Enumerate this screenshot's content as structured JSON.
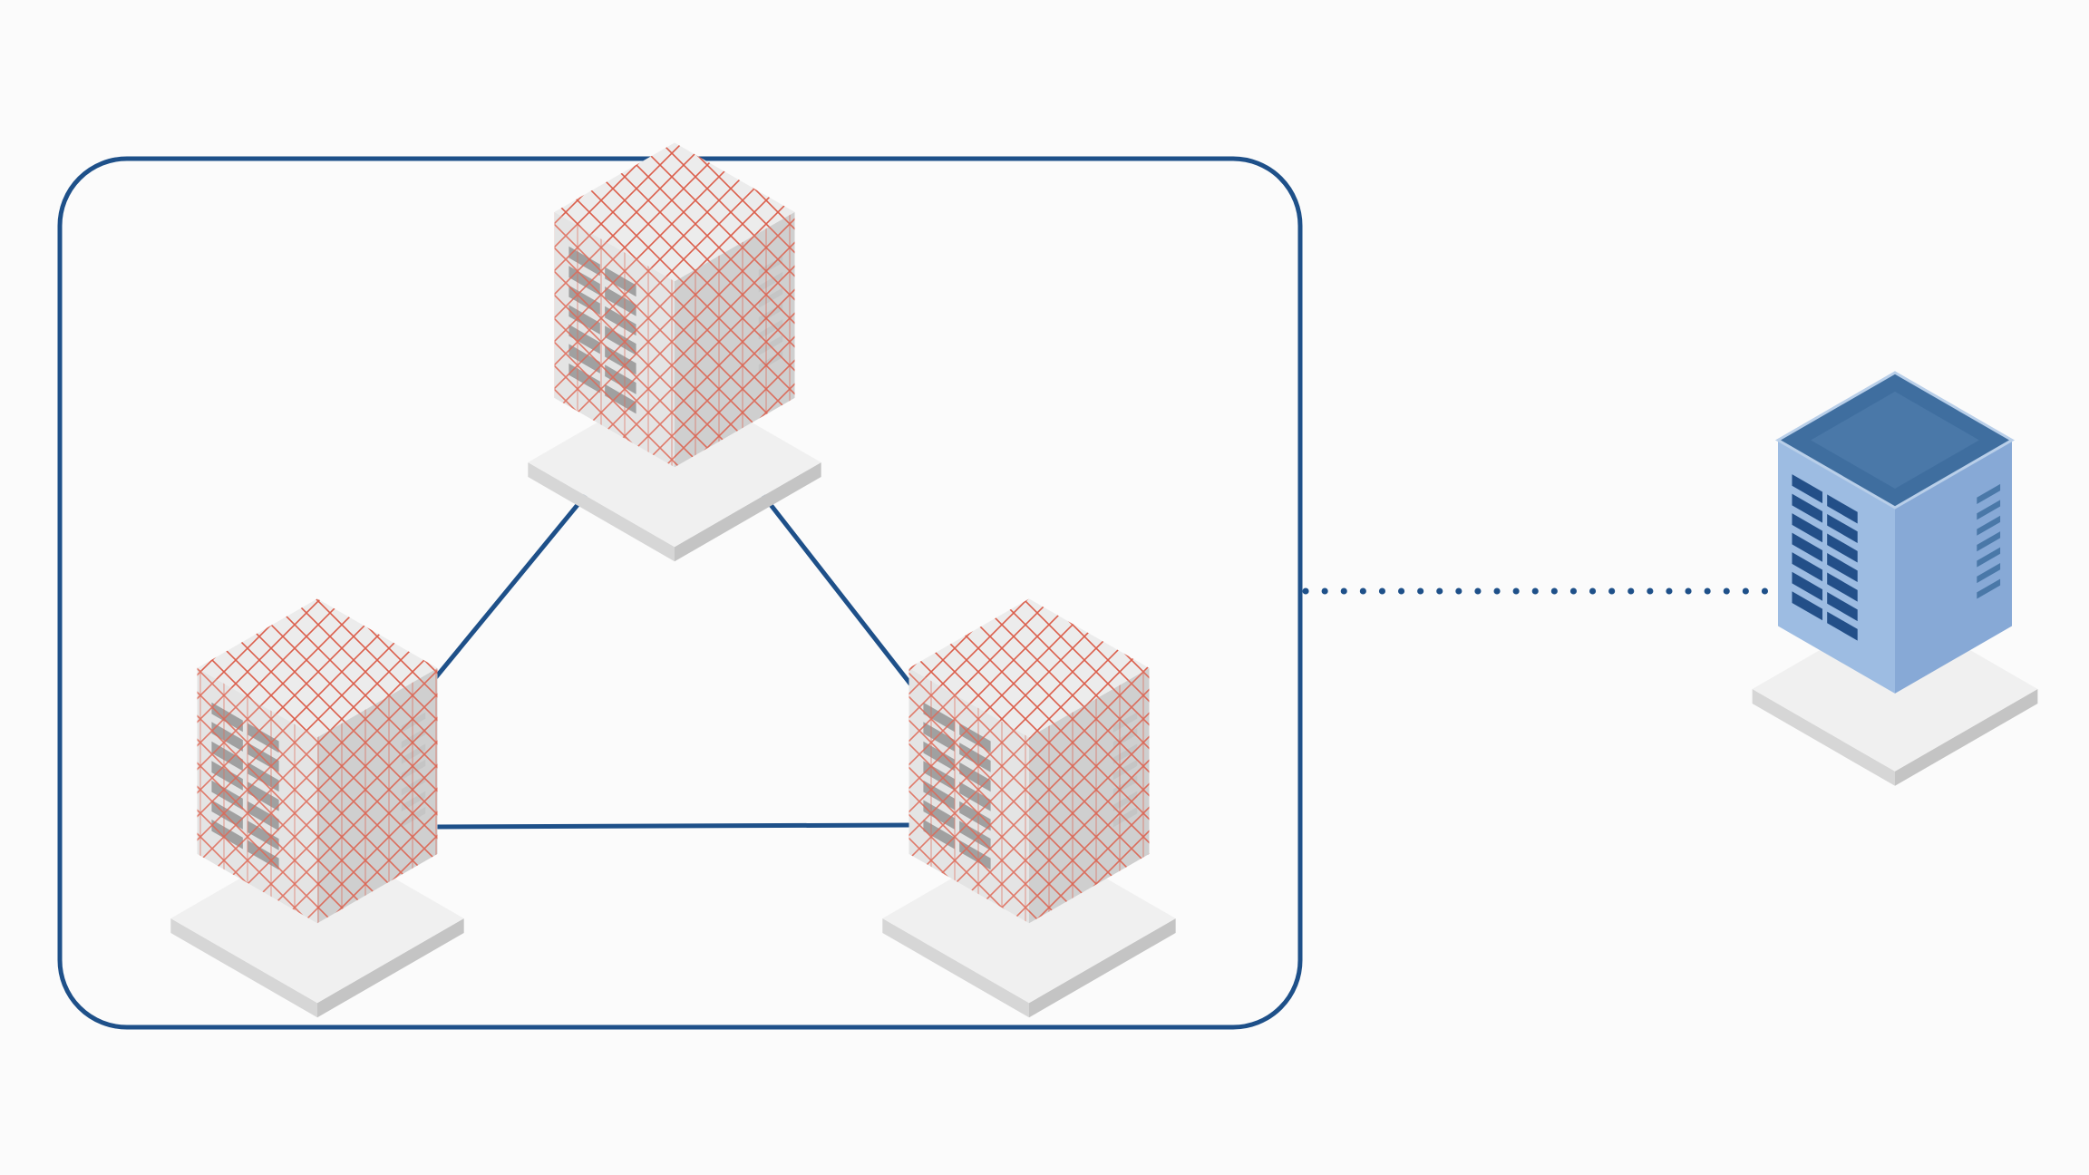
{
  "diagram": {
    "cluster": {
      "border_color": "#1e5089",
      "nodes": [
        {
          "id": "server-top",
          "state": "disabled",
          "pattern": "red-crosshatch"
        },
        {
          "id": "server-left",
          "state": "disabled",
          "pattern": "red-crosshatch"
        },
        {
          "id": "server-right",
          "state": "disabled",
          "pattern": "red-crosshatch"
        }
      ],
      "links": [
        {
          "from": "server-top",
          "to": "server-left",
          "style": "solid"
        },
        {
          "from": "server-top",
          "to": "server-right",
          "style": "solid"
        },
        {
          "from": "server-left",
          "to": "server-right",
          "style": "solid"
        }
      ]
    },
    "external_node": {
      "id": "server-external",
      "state": "active"
    },
    "external_link": {
      "from": "cluster",
      "to": "server-external",
      "style": "dotted"
    },
    "colors": {
      "line": "#1e5089",
      "hatch": "#d9452f",
      "gray_face_light": "#dedede",
      "gray_face_dark": "#c9c9c9",
      "gray_top": "#ececec",
      "gray_window": "#8c8c8c",
      "blue_top": "#3f6e9f",
      "blue_face_light": "#9dbce2",
      "blue_face_dark": "#87a9d6",
      "blue_window": "#234f88",
      "base_top": "#f0f0f0",
      "base_side": "#d6d6d6"
    }
  }
}
